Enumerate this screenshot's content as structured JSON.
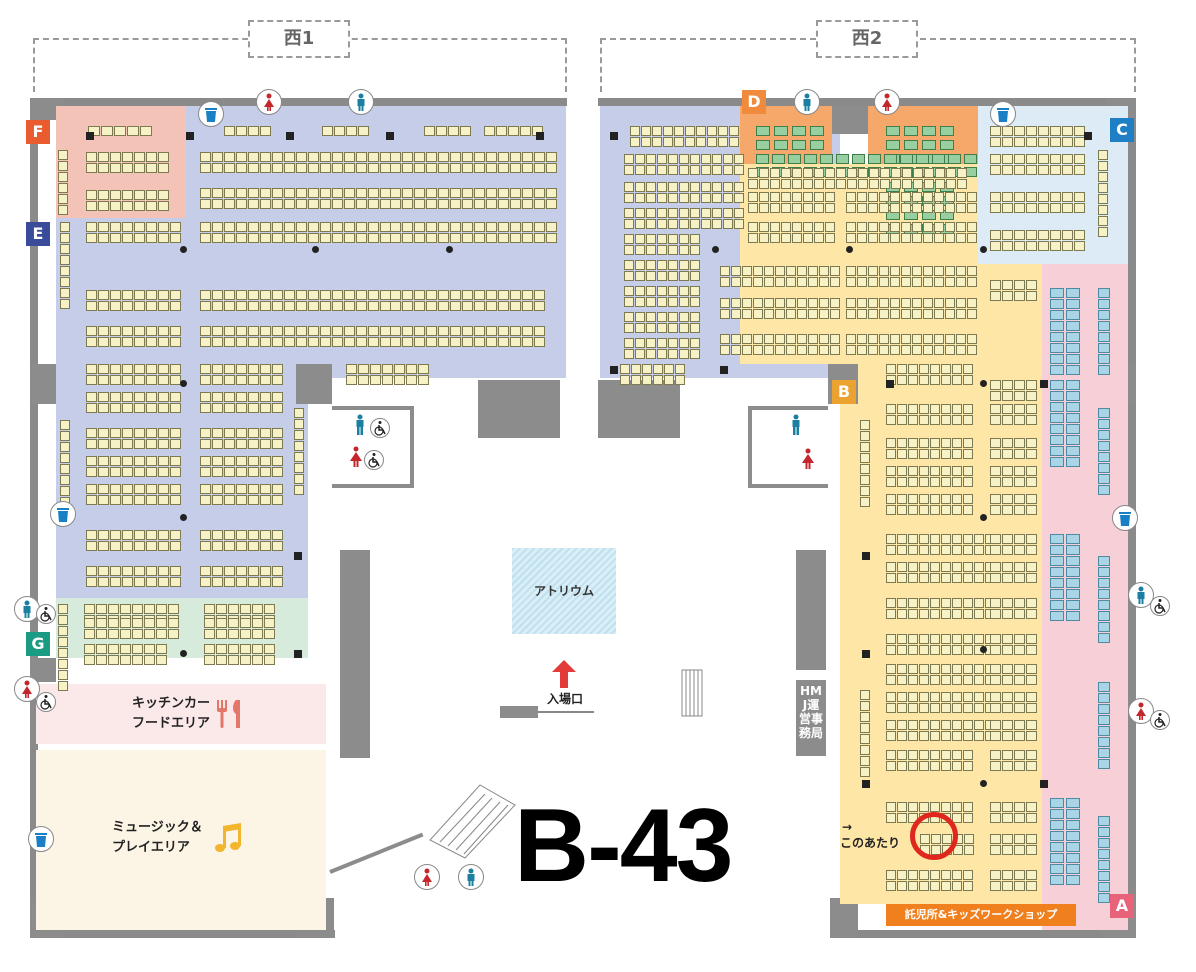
{
  "halls": {
    "west1": "西1",
    "west2": "西2"
  },
  "gates": {
    "A": {
      "label": "A",
      "color": "#e8637a"
    },
    "B": {
      "label": "B",
      "color": "#eba230"
    },
    "C": {
      "label": "C",
      "color": "#1f7fc4"
    },
    "D": {
      "label": "D",
      "color": "#f08a3c"
    },
    "E": {
      "label": "E",
      "color": "#3a4b9a"
    },
    "F": {
      "label": "F",
      "color": "#e85c30"
    },
    "G": {
      "label": "G",
      "color": "#1b9a84"
    }
  },
  "areas": {
    "atrium": "アトリウム",
    "entrance": "入場口",
    "office": "HMJ運営事務局",
    "kitchen_car": "キッチンカー\nフードエリア",
    "music": "ミュージック＆\nプレイエリア",
    "kids": "託児所&キッズワークショップ"
  },
  "highlight": {
    "booth": "B-43",
    "note_arrow": "→",
    "note": "このあたり",
    "ring_color": "#e0271d"
  },
  "zone_colors": {
    "blue": "#c6cde8",
    "pink": "#f4c3b8",
    "yellow": "#fde6a6",
    "orange": "#f6a86a",
    "lightblue": "#dcebf6",
    "rose": "#f6d0d6",
    "green": "#d6ebdb",
    "kitchen": "#fbe9ea",
    "music": "#fcf4e4"
  },
  "icons": [
    "restroom-men-icon",
    "restroom-women-icon",
    "wheelchair-icon",
    "trash-icon",
    "fork-knife-icon",
    "music-note-icon",
    "up-arrow-icon"
  ]
}
